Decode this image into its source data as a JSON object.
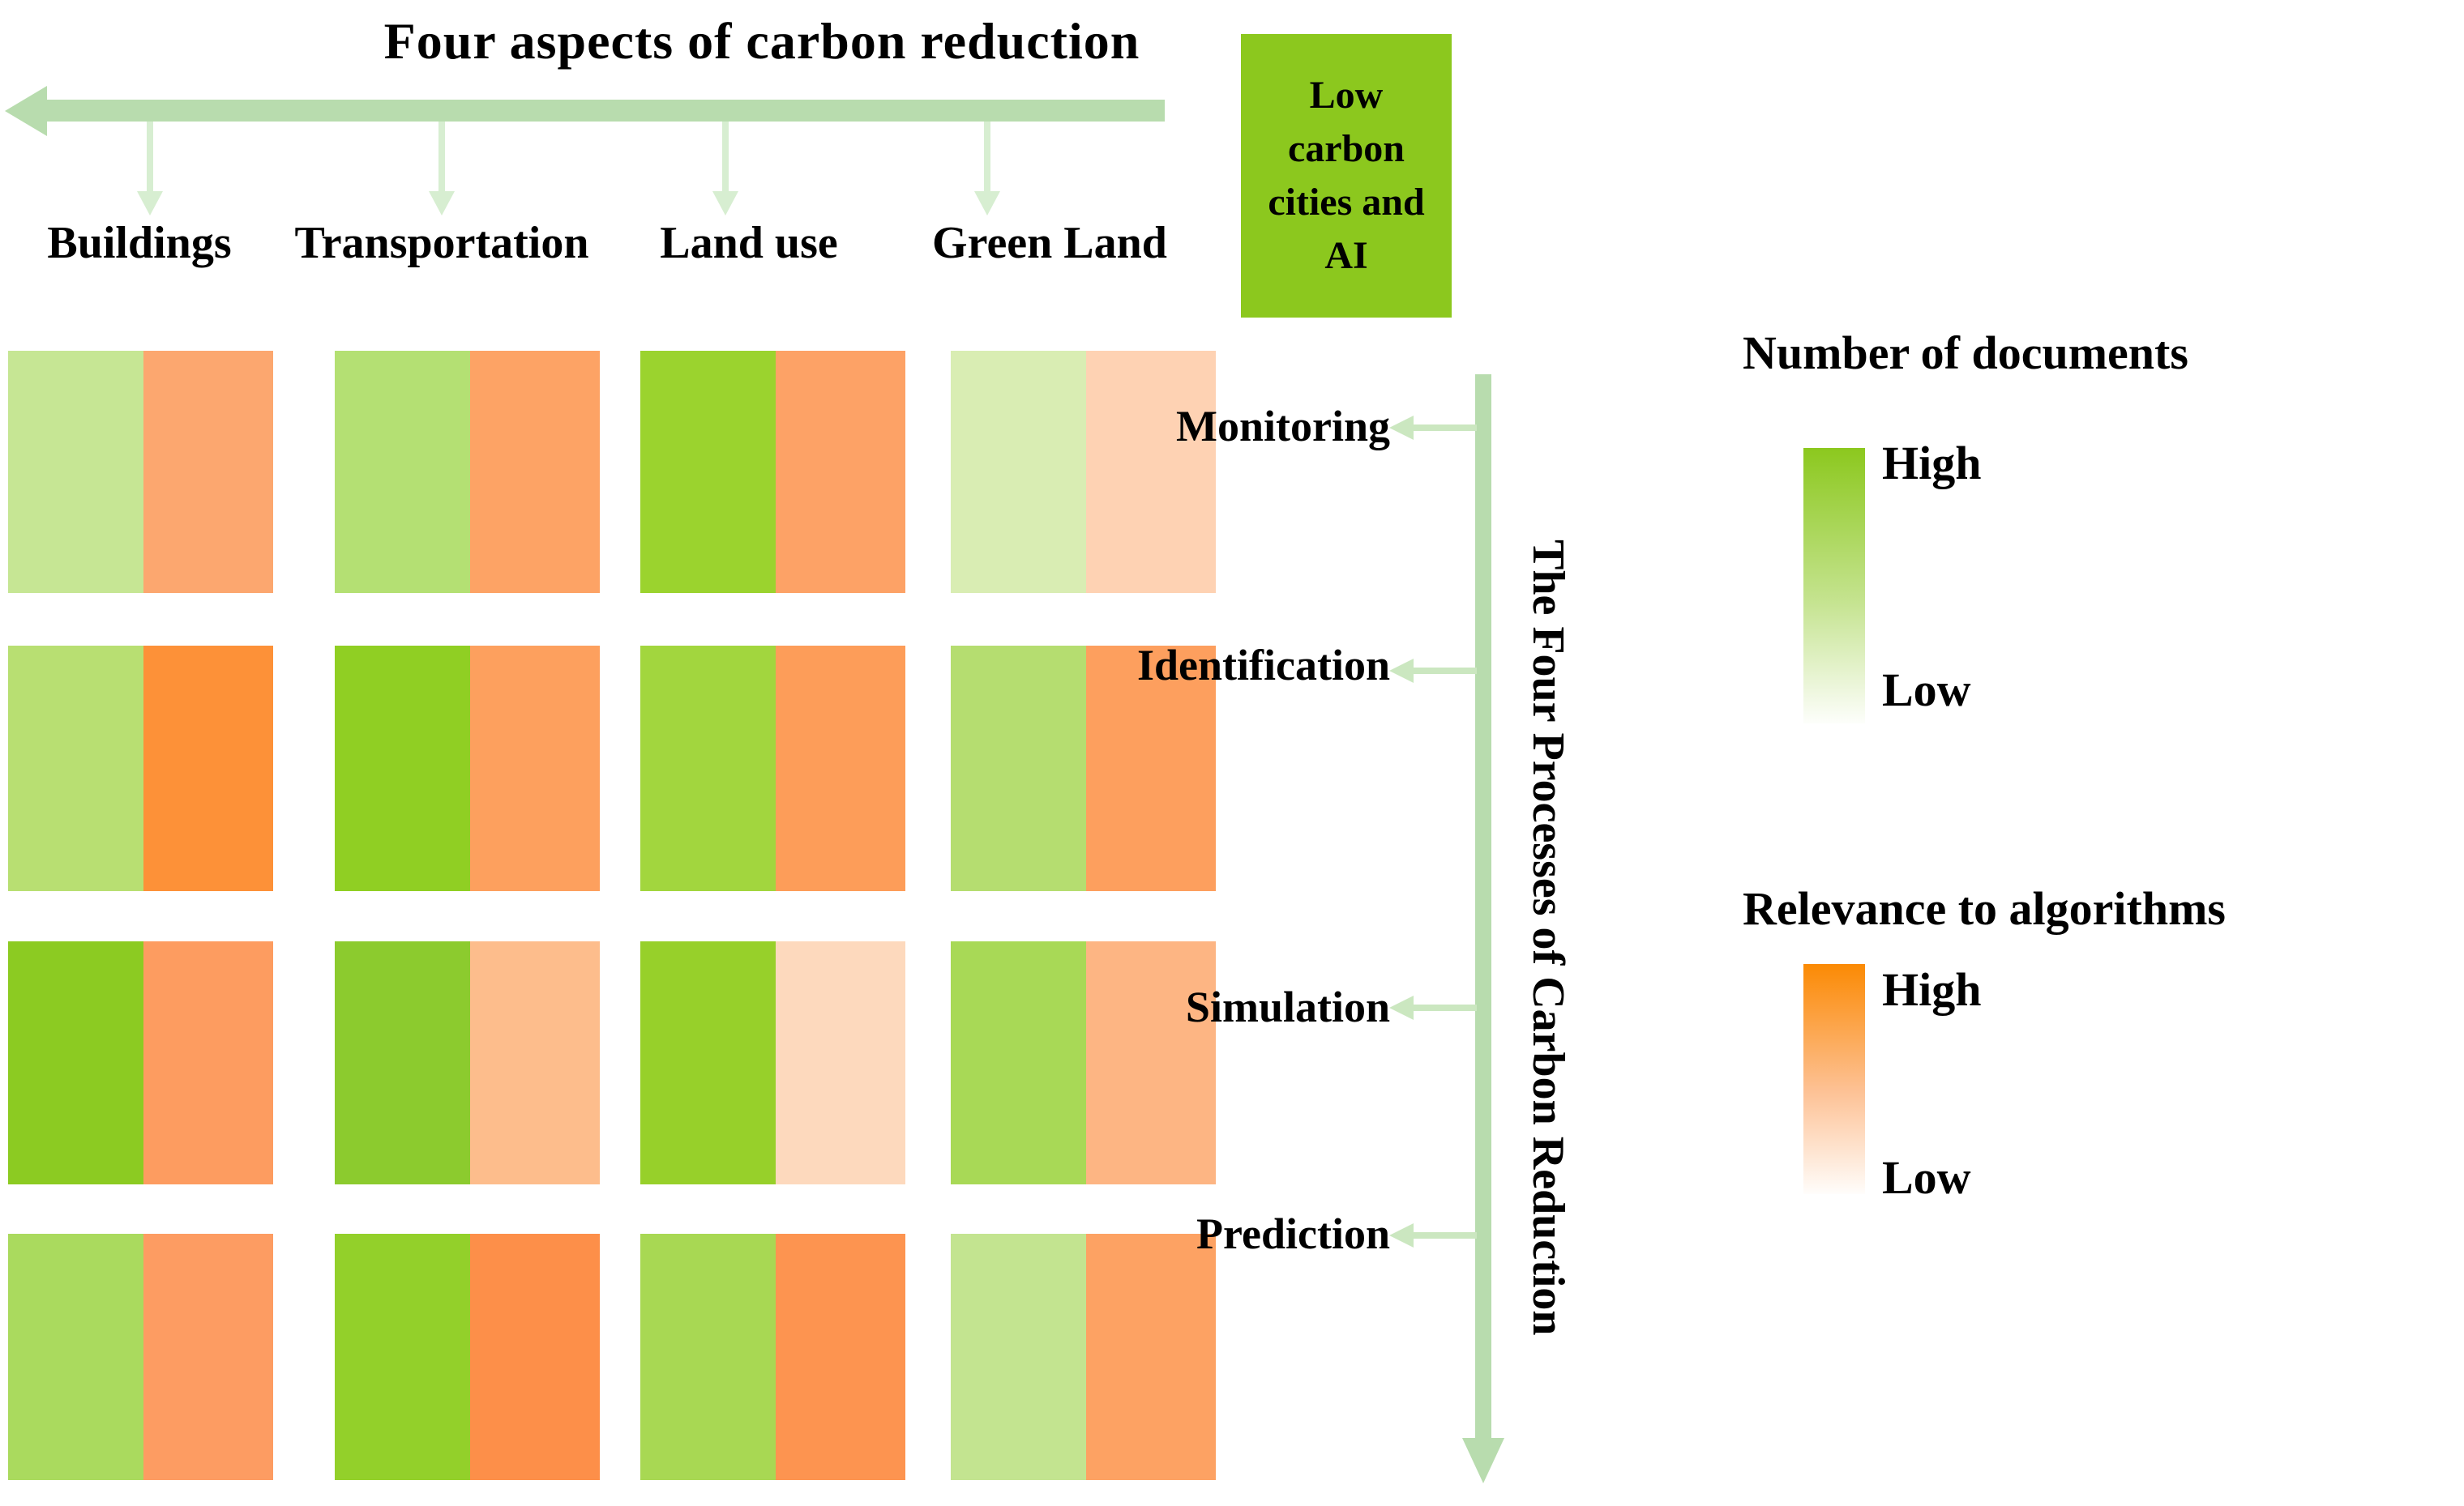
{
  "chart_data": {
    "type": "heatmap",
    "title": "Four aspects of carbon reduction",
    "hub_label": "Low carbon cities and AI",
    "row_axis_title": "The Four Processes of Carbon Reduction",
    "columns": [
      "Buildings",
      "Transportation",
      "Land use",
      "Green Land"
    ],
    "rows": [
      "Monitoring",
      "Identification",
      "Simulation",
      "Prediction"
    ],
    "legend_position": "right",
    "series": [
      {
        "name": "Number of documents",
        "legend": {
          "high": "High",
          "low": "Low"
        },
        "palette_high": "#8cc81e",
        "palette_mid": "#c4e38e",
        "palette_low": "#fdfefb",
        "levels": [
          [
            "medium",
            "medium",
            "high",
            "low"
          ],
          [
            "medium",
            "high",
            "medium-high",
            "medium"
          ],
          [
            "high",
            "high",
            "high",
            "medium-high"
          ],
          [
            "medium",
            "high",
            "medium-high",
            "low-medium"
          ]
        ],
        "colors": [
          [
            "#c6e694",
            "#b4e073",
            "#9bd32e",
            "#d9edb3"
          ],
          [
            "#b8df72",
            "#90cf23",
            "#a2d63e",
            "#b5dd70"
          ],
          [
            "#8ccb22",
            "#8ccb2e",
            "#97d02a",
            "#a8d956"
          ],
          [
            "#aada5e",
            "#93d02a",
            "#a8d853",
            "#c3e490"
          ]
        ]
      },
      {
        "name": "Relevance to algorithms",
        "legend": {
          "high": "High",
          "low": "Low"
        },
        "palette_high": "#fb8a04",
        "palette_mid": "#fdc194",
        "palette_low": "#fffdfb",
        "levels": [
          [
            "medium",
            "medium",
            "medium",
            "low"
          ],
          [
            "high",
            "medium",
            "medium",
            "medium"
          ],
          [
            "medium",
            "low-medium",
            "low",
            "medium"
          ],
          [
            "medium",
            "high",
            "high",
            "medium"
          ]
        ],
        "colors": [
          [
            "#fca76f",
            "#fda365",
            "#fda266",
            "#fed2b3"
          ],
          [
            "#fd9138",
            "#fda05e",
            "#fd9d59",
            "#fd9f5e"
          ],
          [
            "#fd9c60",
            "#fdbd8c",
            "#fdd9bd",
            "#fdb583"
          ],
          [
            "#fd9c62",
            "#fd8f49",
            "#fd9450",
            "#fda263"
          ]
        ]
      }
    ]
  }
}
